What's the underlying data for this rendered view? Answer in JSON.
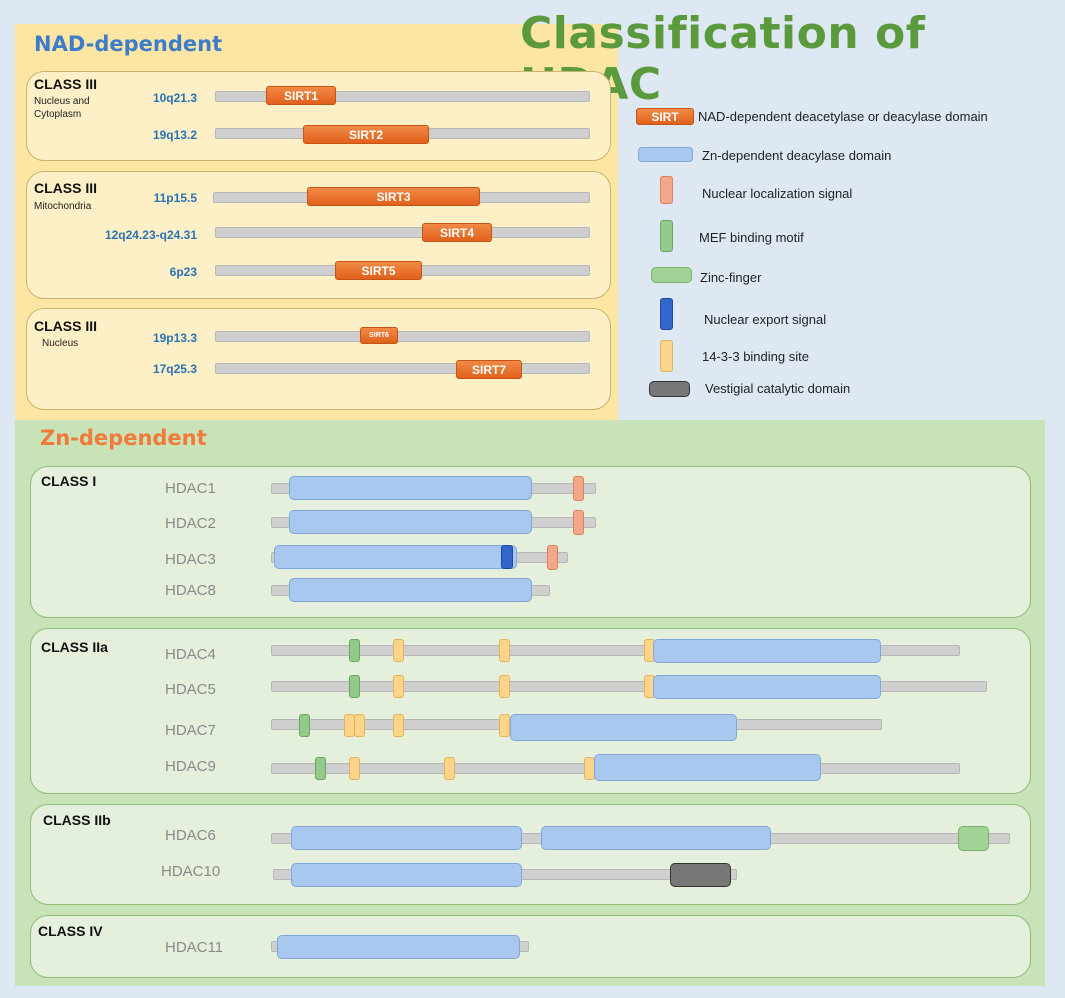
{
  "title": "Classification of HDAC",
  "colors": {
    "title": "#5a9a3c",
    "nad_section": "#3d7cc9",
    "zn_section": "#f07a3a",
    "locus_text": "#2b72b4",
    "sirt_domain": "#e86f2a",
    "zn_domain": "#a9c8ef",
    "nls": "#f4a88a",
    "mef": "#93c98a",
    "zinc_finger": "#a1d397",
    "nes": "#3366cc",
    "binding_1433": "#fcd48a",
    "vestigial": "#777777"
  },
  "nad": {
    "section_title": "NAD-dependent",
    "groups": [
      {
        "class": "CLASS III",
        "location": "Nucleus and Cytoplasm",
        "proteins": [
          {
            "locus": "10q21.3",
            "name": "SIRT1"
          },
          {
            "locus": "19q13.2",
            "name": "SIRT2"
          }
        ]
      },
      {
        "class": "CLASS III",
        "location": "Mitochondria",
        "proteins": [
          {
            "locus": "11p15.5",
            "name": "SIRT3"
          },
          {
            "locus": "12q24.23-q24.31",
            "name": "SIRT4"
          },
          {
            "locus": "6p23",
            "name": "SIRT5"
          }
        ]
      },
      {
        "class": "CLASS III",
        "location": "Nucleus",
        "proteins": [
          {
            "locus": "19p13.3",
            "name": "SIRT6"
          },
          {
            "locus": "17q25.3",
            "name": "SIRT7"
          }
        ]
      }
    ]
  },
  "legend": {
    "sirt_tag": "SIRT",
    "items": [
      {
        "key": "sirt",
        "label": "NAD-dependent deacetylase or deacylase domain"
      },
      {
        "key": "zn",
        "label": "Zn-dependent deacylase domain"
      },
      {
        "key": "nls",
        "label": "Nuclear localization signal"
      },
      {
        "key": "mef",
        "label": "MEF binding motif"
      },
      {
        "key": "zf",
        "label": "Zinc-finger"
      },
      {
        "key": "nes",
        "label": "Nuclear export signal"
      },
      {
        "key": "bind1433",
        "label": "14-3-3 binding site"
      },
      {
        "key": "vest",
        "label": "Vestigial catalytic domain"
      }
    ]
  },
  "zn": {
    "section_title": "Zn-dependent",
    "groups": [
      {
        "class": "CLASS I",
        "proteins": [
          {
            "name": "HDAC1",
            "features": [
              "zn",
              "nls"
            ]
          },
          {
            "name": "HDAC2",
            "features": [
              "zn",
              "nls"
            ]
          },
          {
            "name": "HDAC3",
            "features": [
              "zn",
              "nes",
              "nls"
            ]
          },
          {
            "name": "HDAC8",
            "features": [
              "zn"
            ]
          }
        ]
      },
      {
        "class": "CLASS IIa",
        "proteins": [
          {
            "name": "HDAC4",
            "features": [
              "mef",
              "bind1433",
              "bind1433",
              "bind1433",
              "zn"
            ]
          },
          {
            "name": "HDAC5",
            "features": [
              "mef",
              "bind1433",
              "bind1433",
              "bind1433",
              "zn"
            ]
          },
          {
            "name": "HDAC7",
            "features": [
              "mef",
              "bind1433",
              "bind1433",
              "bind1433",
              "bind1433",
              "zn"
            ]
          },
          {
            "name": "HDAC9",
            "features": [
              "mef",
              "bind1433",
              "bind1433",
              "bind1433",
              "zn"
            ]
          }
        ]
      },
      {
        "class": "CLASS IIb",
        "proteins": [
          {
            "name": "HDAC6",
            "features": [
              "zn",
              "zn",
              "zf"
            ]
          },
          {
            "name": "HDAC10",
            "features": [
              "zn",
              "vest"
            ]
          }
        ]
      },
      {
        "class": "CLASS IV",
        "proteins": [
          {
            "name": "HDAC11",
            "features": [
              "zn"
            ]
          }
        ]
      }
    ]
  }
}
